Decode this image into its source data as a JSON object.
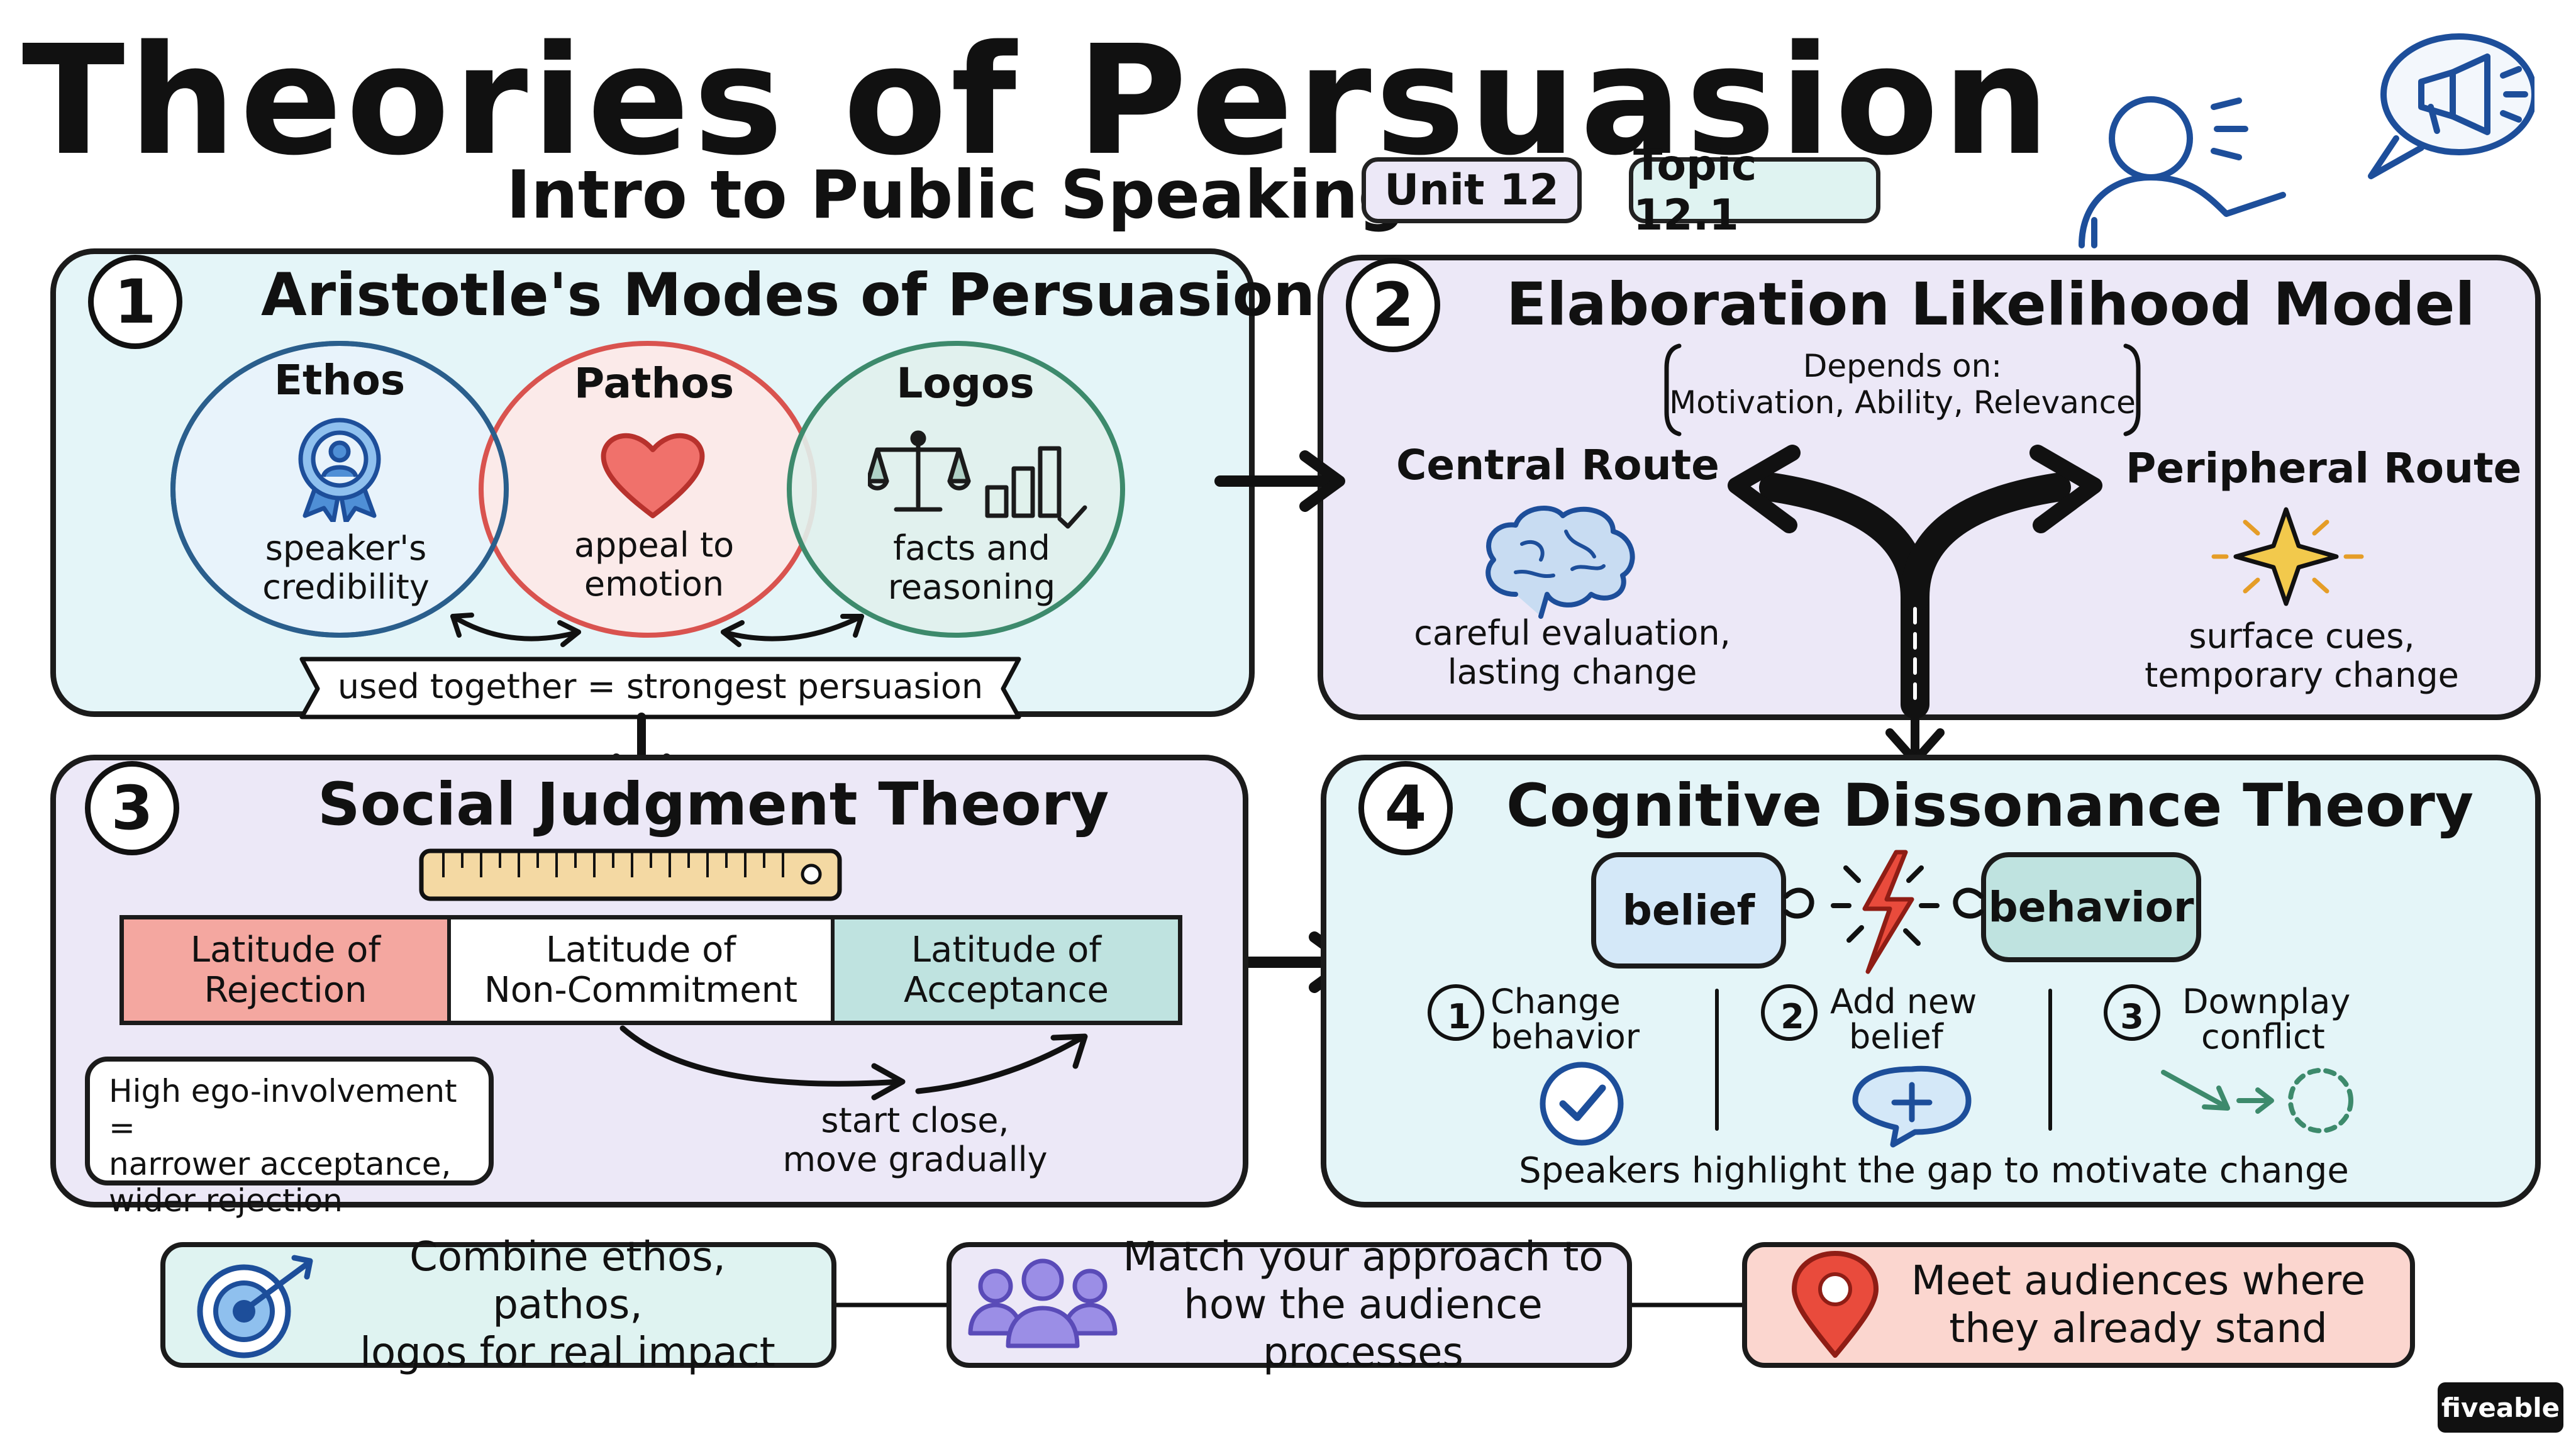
{
  "header": {
    "title": "Theories of Persuasion",
    "subtitle": "Intro to Public Speaking",
    "unit_tag": "Unit 12",
    "topic_tag": "Topic 12.1"
  },
  "panel1": {
    "number": "1",
    "title": "Aristotle's Modes of Persuasion",
    "modes": [
      {
        "name": "Ethos",
        "desc_line1": "speaker's",
        "desc_line2": "credibility"
      },
      {
        "name": "Pathos",
        "desc_line1": "appeal to",
        "desc_line2": "emotion"
      },
      {
        "name": "Logos",
        "desc_line1": "facts and",
        "desc_line2": "reasoning"
      }
    ],
    "banner": "used together = strongest persuasion"
  },
  "panel2": {
    "number": "2",
    "title": "Elaboration Likelihood Model",
    "depends_line1": "Depends on:",
    "depends_line2": "Motivation, Ability, Relevance",
    "central": {
      "label": "Central Route",
      "desc_line1": "careful evaluation,",
      "desc_line2": "lasting change"
    },
    "peripheral": {
      "label": "Peripheral Route",
      "desc_line1": "surface cues,",
      "desc_line2": "temporary change"
    }
  },
  "panel3": {
    "number": "3",
    "title": "Social Judgment Theory",
    "latitudes": [
      {
        "line1": "Latitude of",
        "line2": "Rejection"
      },
      {
        "line1": "Latitude of",
        "line2": "Non-Commitment"
      },
      {
        "line1": "Latitude of",
        "line2": "Acceptance"
      }
    ],
    "ego_note_line1": "High ego-involvement =",
    "ego_note_line2": "narrower acceptance,",
    "ego_note_line3": "wider rejection",
    "start_line1": "start close,",
    "start_line2": "move gradually"
  },
  "panel4": {
    "number": "4",
    "title": "Cognitive Dissonance Theory",
    "belief": "belief",
    "behavior": "behavior",
    "options": [
      {
        "num": "1",
        "line1": "Change",
        "line2": "behavior"
      },
      {
        "num": "2",
        "line1": "Add new",
        "line2": "belief"
      },
      {
        "num": "3",
        "line1": "Downplay",
        "line2": "conflict"
      }
    ],
    "footer": "Speakers highlight the gap to motivate change"
  },
  "takeaways": [
    {
      "line1": "Combine ethos, pathos,",
      "line2": "logos for real impact"
    },
    {
      "line1": "Match your approach to",
      "line2": "how the audience processes"
    },
    {
      "line1": "Meet audiences where",
      "line2": "they already stand"
    }
  ],
  "brand": "fiveable",
  "colors": {
    "panel_blue": "#e4f5f8",
    "panel_lavender": "#ece8f7",
    "ethos_blue": "#2a5e8c",
    "pathos_red": "#d9534f",
    "logos_green": "#3d8a6c",
    "rejection": "#f4a7a0",
    "acceptance": "#bfe3e0",
    "accent_gold": "#f2c94c",
    "pin_red": "#e94b3c"
  }
}
